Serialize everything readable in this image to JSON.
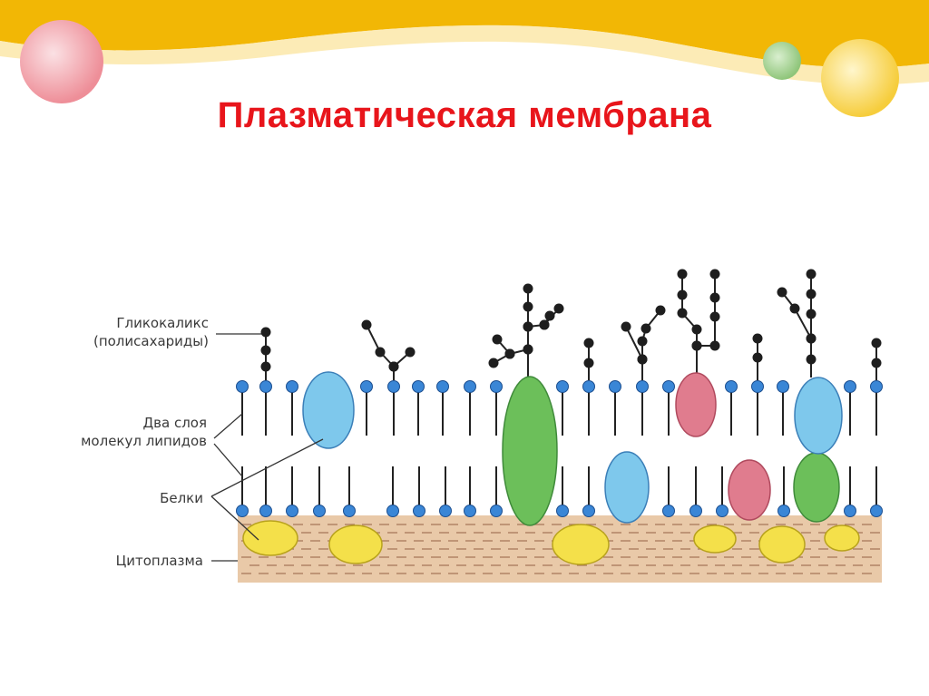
{
  "slide": {
    "title": "Плазматическая мембрана"
  },
  "labels": {
    "glycocalyx_line1": "Гликокаликс",
    "glycocalyx_line2": "(полисахариды)",
    "lipids_line1": "Два слоя",
    "lipids_line2": "молекул липидов",
    "proteins": "Белки",
    "cytoplasm": "Цитоплазма"
  },
  "colors": {
    "title": "#e8151b",
    "banner": "#f2b705",
    "lipid_head": "#3a86d6",
    "cytoplasm": "#e9c9a8",
    "protein_blue": "#7ec8ec",
    "protein_green": "#6cbf5a",
    "protein_pink": "#e07c8e",
    "protein_yellow": "#f4e04a"
  }
}
